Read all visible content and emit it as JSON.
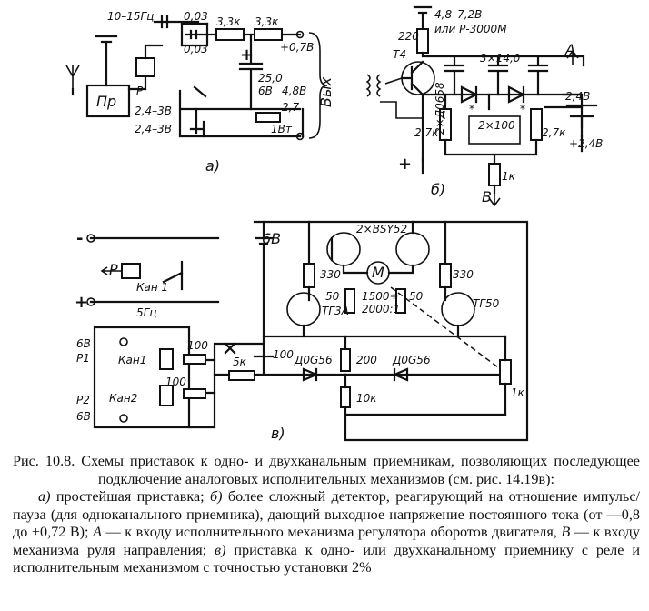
{
  "diagram_a": {
    "sublabel": "а)",
    "freq": "10–15Гц",
    "cap1": "0,03",
    "cap2": "0,03",
    "r1": "3,3к",
    "r2": "3,3к",
    "out_plus": "+0,7В",
    "cap3": "25,0",
    "cap3_v": "6В",
    "rx_label": "Пр",
    "relay_label": "Р",
    "v1": "2,4–3В",
    "v2": "2,4–3В",
    "batt1": "4,8В",
    "r3": "2,7",
    "batt2": "1Вт",
    "out_label": "Вых"
  },
  "diagram_b": {
    "sublabel": "б)",
    "r_top": "220",
    "supply": "4,8–7,2В",
    "supply2": "или Р-3000М",
    "transistor": "Т4",
    "diodes": "2×Д0658",
    "caps": "3×14,0",
    "caps2": "2×100",
    "r_left": "2,7к",
    "r_right": "2,7к",
    "out_a": "A",
    "v_plus": "2,4В",
    "v_plus2": "+2,4В",
    "r_bottom": "1к",
    "out_b": "В",
    "asterisk": "*"
  },
  "diagram_v": {
    "sublabel": "в)",
    "batt": "6В",
    "transistors_top": "2×BSY52",
    "r330a": "330",
    "r330b": "330",
    "motor": "М",
    "r50a": "50",
    "r50b": "50",
    "t_left": "ТГ3А",
    "t_right": "ТГ50",
    "ratio1": "1500÷",
    "ratio2": "2000:1",
    "relay_p": "Р",
    "kan1_top": "Кан 1",
    "freq": "5Гц",
    "p1_v": "6В",
    "p1": "Р1",
    "kan1": "Кан1",
    "r100a": "100",
    "r100b": "100",
    "r5k": "5к",
    "c100": "100",
    "diode1": "Д0G56",
    "diode2": "Д0G56",
    "r200": "200",
    "r10k": "10к",
    "r1k": "1к",
    "p2": "Р2",
    "p2_v": "6В",
    "kan2": "Кан2"
  },
  "caption": {
    "title": "Рис. 10.8. Схемы приставок к одно- и двухканальным приемникам, позволяющих последующее подключение аналоговых исполнительных механизмов (см. рис. 14.19в):",
    "item_a_label": "а)",
    "item_a": " простейшая приставка; ",
    "item_b_label": "б)",
    "item_b": " более сложный детектор, реагирующий на отношение импульс/пауза (для одноканального приемника), дающий выходное напряжение постоянного тока (от —0,8 до +0,72 В); ",
    "item_A_label": "А",
    "item_A": " — к входу исполнительного механизма регулятора оборотов двигателя, ",
    "item_B_label": "В",
    "item_B": " — к входу механизма руля направления; ",
    "item_v_label": "в)",
    "item_v": " приставка к одно- или двухканальному приемнику с реле и исполнительным механизмом с точностью установки 2%"
  }
}
